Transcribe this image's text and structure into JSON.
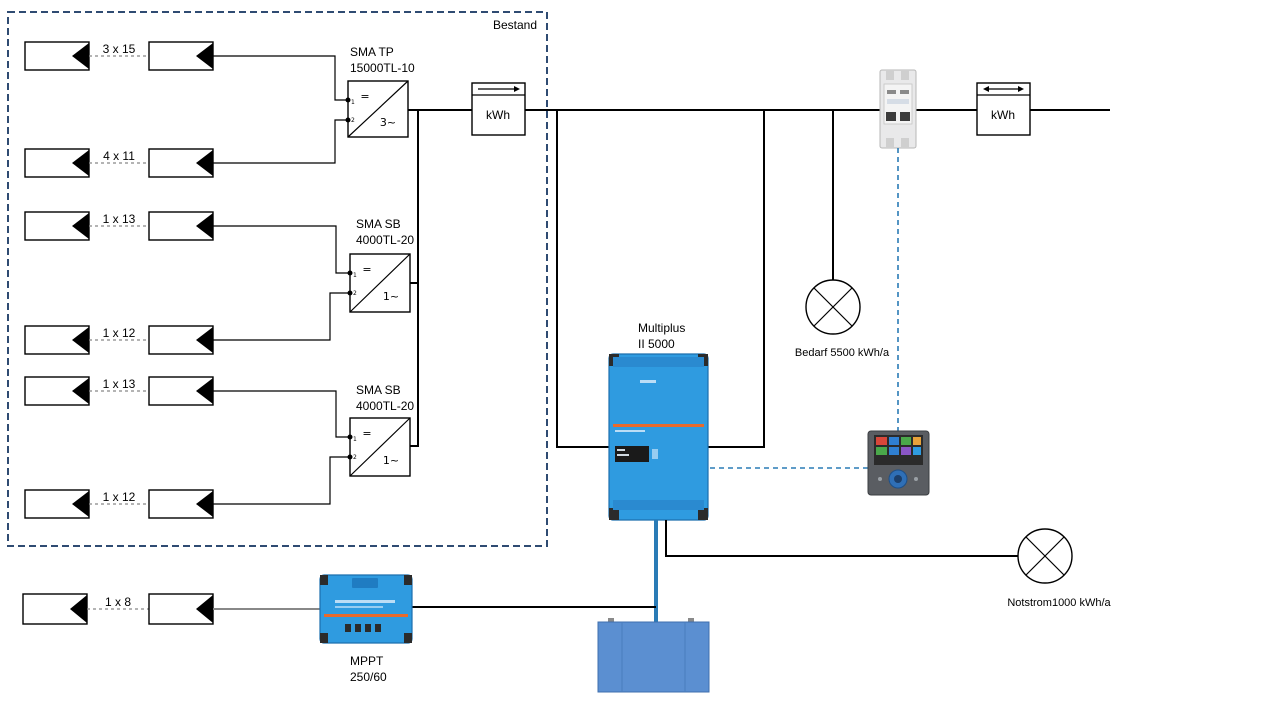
{
  "bestand_label": "Bestand",
  "strings": [
    {
      "label": "3 x 15"
    },
    {
      "label": "4 x 11"
    },
    {
      "label": "1 x 13"
    },
    {
      "label": "1 x 12"
    },
    {
      "label": "1 x 13"
    },
    {
      "label": "1 x 12"
    },
    {
      "label": "1 x 8"
    }
  ],
  "inverters": [
    {
      "line1": "SMA TP",
      "line2": "15000TL-10",
      "dc": "=",
      "ac": "3~",
      "pin1": "1",
      "pin2": "2"
    },
    {
      "line1": "SMA SB",
      "line2": "4000TL-20",
      "dc": "=",
      "ac": "1~",
      "pin1": "1",
      "pin2": "2"
    },
    {
      "line1": "SMA SB",
      "line2": "4000TL-20",
      "dc": "=",
      "ac": "1~",
      "pin1": "1",
      "pin2": "2"
    }
  ],
  "meters": [
    {
      "label": "kWh"
    },
    {
      "label": "kWh"
    }
  ],
  "multiplus": {
    "line1": "Multiplus",
    "line2": "II 5000"
  },
  "mppt": {
    "line1": "MPPT",
    "line2": "250/60"
  },
  "loads": [
    {
      "label": "Bedarf 5500 kWh/a"
    },
    {
      "label": "Notstrom1000 kWh/a"
    }
  ],
  "colors": {
    "bestand_border": "#2f4b72",
    "victron_blue": "#2f9be0",
    "battery_blue": "#5b8fd1",
    "comm_dash": "#2a7bb6"
  },
  "icons": {
    "pv_module": "pv-module-icon",
    "inverter": "inverter-icon",
    "meter": "energy-meter-icon",
    "load": "lamp-load-icon",
    "battery": "battery-icon",
    "display": "gx-display-icon"
  }
}
